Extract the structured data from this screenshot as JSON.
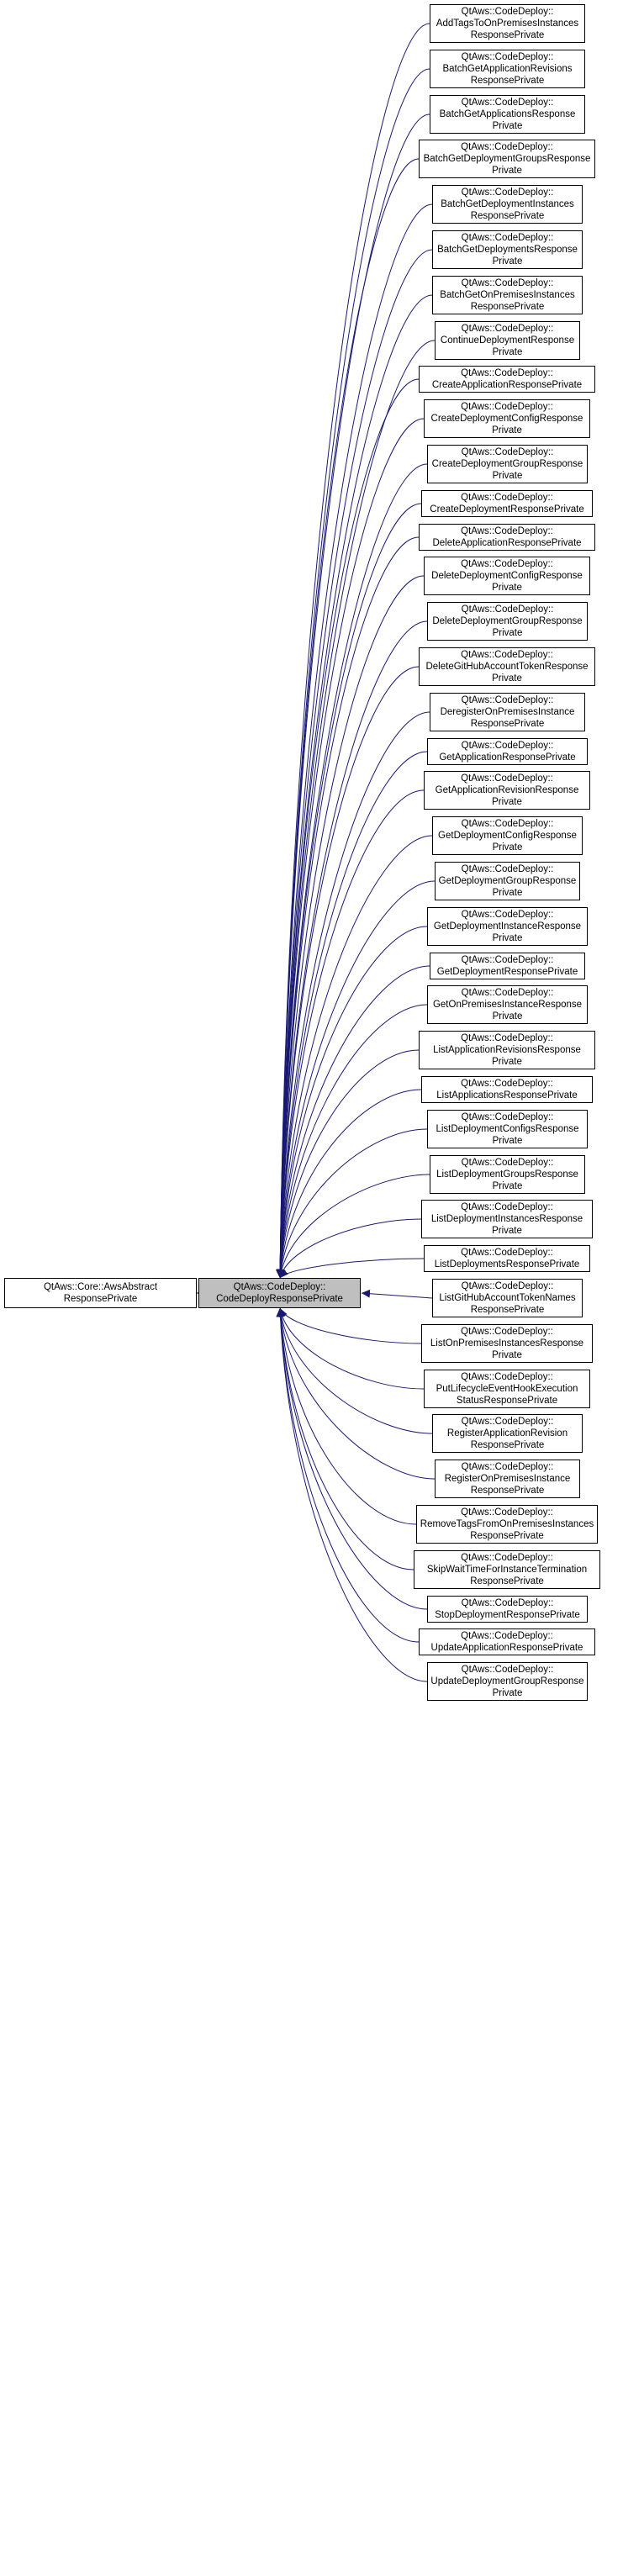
{
  "colors": {
    "edge": "#191970",
    "box_border": "#000000",
    "focus_fill": "#bfbfbf",
    "node_fill": "#ffffff"
  },
  "base_class": {
    "lines": [
      "QtAws::Core::AwsAbstract",
      "ResponsePrivate"
    ]
  },
  "focus_class": {
    "lines": [
      "QtAws::CodeDeploy::",
      "CodeDeployResponsePrivate"
    ]
  },
  "derived_classes": [
    {
      "lines": [
        "QtAws::CodeDeploy::",
        "AddTagsToOnPremisesInstances",
        "ResponsePrivate"
      ]
    },
    {
      "lines": [
        "QtAws::CodeDeploy::",
        "BatchGetApplicationRevisions",
        "ResponsePrivate"
      ]
    },
    {
      "lines": [
        "QtAws::CodeDeploy::",
        "BatchGetApplicationsResponse",
        "Private"
      ]
    },
    {
      "lines": [
        "QtAws::CodeDeploy::",
        "BatchGetDeploymentGroupsResponse",
        "Private"
      ]
    },
    {
      "lines": [
        "QtAws::CodeDeploy::",
        "BatchGetDeploymentInstances",
        "ResponsePrivate"
      ]
    },
    {
      "lines": [
        "QtAws::CodeDeploy::",
        "BatchGetDeploymentsResponse",
        "Private"
      ]
    },
    {
      "lines": [
        "QtAws::CodeDeploy::",
        "BatchGetOnPremisesInstances",
        "ResponsePrivate"
      ]
    },
    {
      "lines": [
        "QtAws::CodeDeploy::",
        "ContinueDeploymentResponse",
        "Private"
      ]
    },
    {
      "lines": [
        "QtAws::CodeDeploy::",
        "CreateApplicationResponsePrivate"
      ]
    },
    {
      "lines": [
        "QtAws::CodeDeploy::",
        "CreateDeploymentConfigResponse",
        "Private"
      ]
    },
    {
      "lines": [
        "QtAws::CodeDeploy::",
        "CreateDeploymentGroupResponse",
        "Private"
      ]
    },
    {
      "lines": [
        "QtAws::CodeDeploy::",
        "CreateDeploymentResponsePrivate"
      ]
    },
    {
      "lines": [
        "QtAws::CodeDeploy::",
        "DeleteApplicationResponsePrivate"
      ]
    },
    {
      "lines": [
        "QtAws::CodeDeploy::",
        "DeleteDeploymentConfigResponse",
        "Private"
      ]
    },
    {
      "lines": [
        "QtAws::CodeDeploy::",
        "DeleteDeploymentGroupResponse",
        "Private"
      ]
    },
    {
      "lines": [
        "QtAws::CodeDeploy::",
        "DeleteGitHubAccountTokenResponse",
        "Private"
      ]
    },
    {
      "lines": [
        "QtAws::CodeDeploy::",
        "DeregisterOnPremisesInstance",
        "ResponsePrivate"
      ]
    },
    {
      "lines": [
        "QtAws::CodeDeploy::",
        "GetApplicationResponsePrivate"
      ]
    },
    {
      "lines": [
        "QtAws::CodeDeploy::",
        "GetApplicationRevisionResponse",
        "Private"
      ]
    },
    {
      "lines": [
        "QtAws::CodeDeploy::",
        "GetDeploymentConfigResponse",
        "Private"
      ]
    },
    {
      "lines": [
        "QtAws::CodeDeploy::",
        "GetDeploymentGroupResponse",
        "Private"
      ]
    },
    {
      "lines": [
        "QtAws::CodeDeploy::",
        "GetDeploymentInstanceResponse",
        "Private"
      ]
    },
    {
      "lines": [
        "QtAws::CodeDeploy::",
        "GetDeploymentResponsePrivate"
      ]
    },
    {
      "lines": [
        "QtAws::CodeDeploy::",
        "GetOnPremisesInstanceResponse",
        "Private"
      ]
    },
    {
      "lines": [
        "QtAws::CodeDeploy::",
        "ListApplicationRevisionsResponse",
        "Private"
      ]
    },
    {
      "lines": [
        "QtAws::CodeDeploy::",
        "ListApplicationsResponsePrivate"
      ]
    },
    {
      "lines": [
        "QtAws::CodeDeploy::",
        "ListDeploymentConfigsResponse",
        "Private"
      ]
    },
    {
      "lines": [
        "QtAws::CodeDeploy::",
        "ListDeploymentGroupsResponse",
        "Private"
      ]
    },
    {
      "lines": [
        "QtAws::CodeDeploy::",
        "ListDeploymentInstancesResponse",
        "Private"
      ]
    },
    {
      "lines": [
        "QtAws::CodeDeploy::",
        "ListDeploymentsResponsePrivate"
      ]
    },
    {
      "lines": [
        "QtAws::CodeDeploy::",
        "ListGitHubAccountTokenNames",
        "ResponsePrivate"
      ]
    },
    {
      "lines": [
        "QtAws::CodeDeploy::",
        "ListOnPremisesInstancesResponse",
        "Private"
      ]
    },
    {
      "lines": [
        "QtAws::CodeDeploy::",
        "PutLifecycleEventHookExecution",
        "StatusResponsePrivate"
      ]
    },
    {
      "lines": [
        "QtAws::CodeDeploy::",
        "RegisterApplicationRevision",
        "ResponsePrivate"
      ]
    },
    {
      "lines": [
        "QtAws::CodeDeploy::",
        "RegisterOnPremisesInstance",
        "ResponsePrivate"
      ]
    },
    {
      "lines": [
        "QtAws::CodeDeploy::",
        "RemoveTagsFromOnPremisesInstances",
        "ResponsePrivate"
      ]
    },
    {
      "lines": [
        "QtAws::CodeDeploy::",
        "SkipWaitTimeForInstanceTermination",
        "ResponsePrivate"
      ]
    },
    {
      "lines": [
        "QtAws::CodeDeploy::",
        "StopDeploymentResponsePrivate"
      ]
    },
    {
      "lines": [
        "QtAws::CodeDeploy::",
        "UpdateApplicationResponsePrivate"
      ]
    },
    {
      "lines": [
        "QtAws::CodeDeploy::",
        "UpdateDeploymentGroupResponse",
        "Private"
      ]
    }
  ]
}
